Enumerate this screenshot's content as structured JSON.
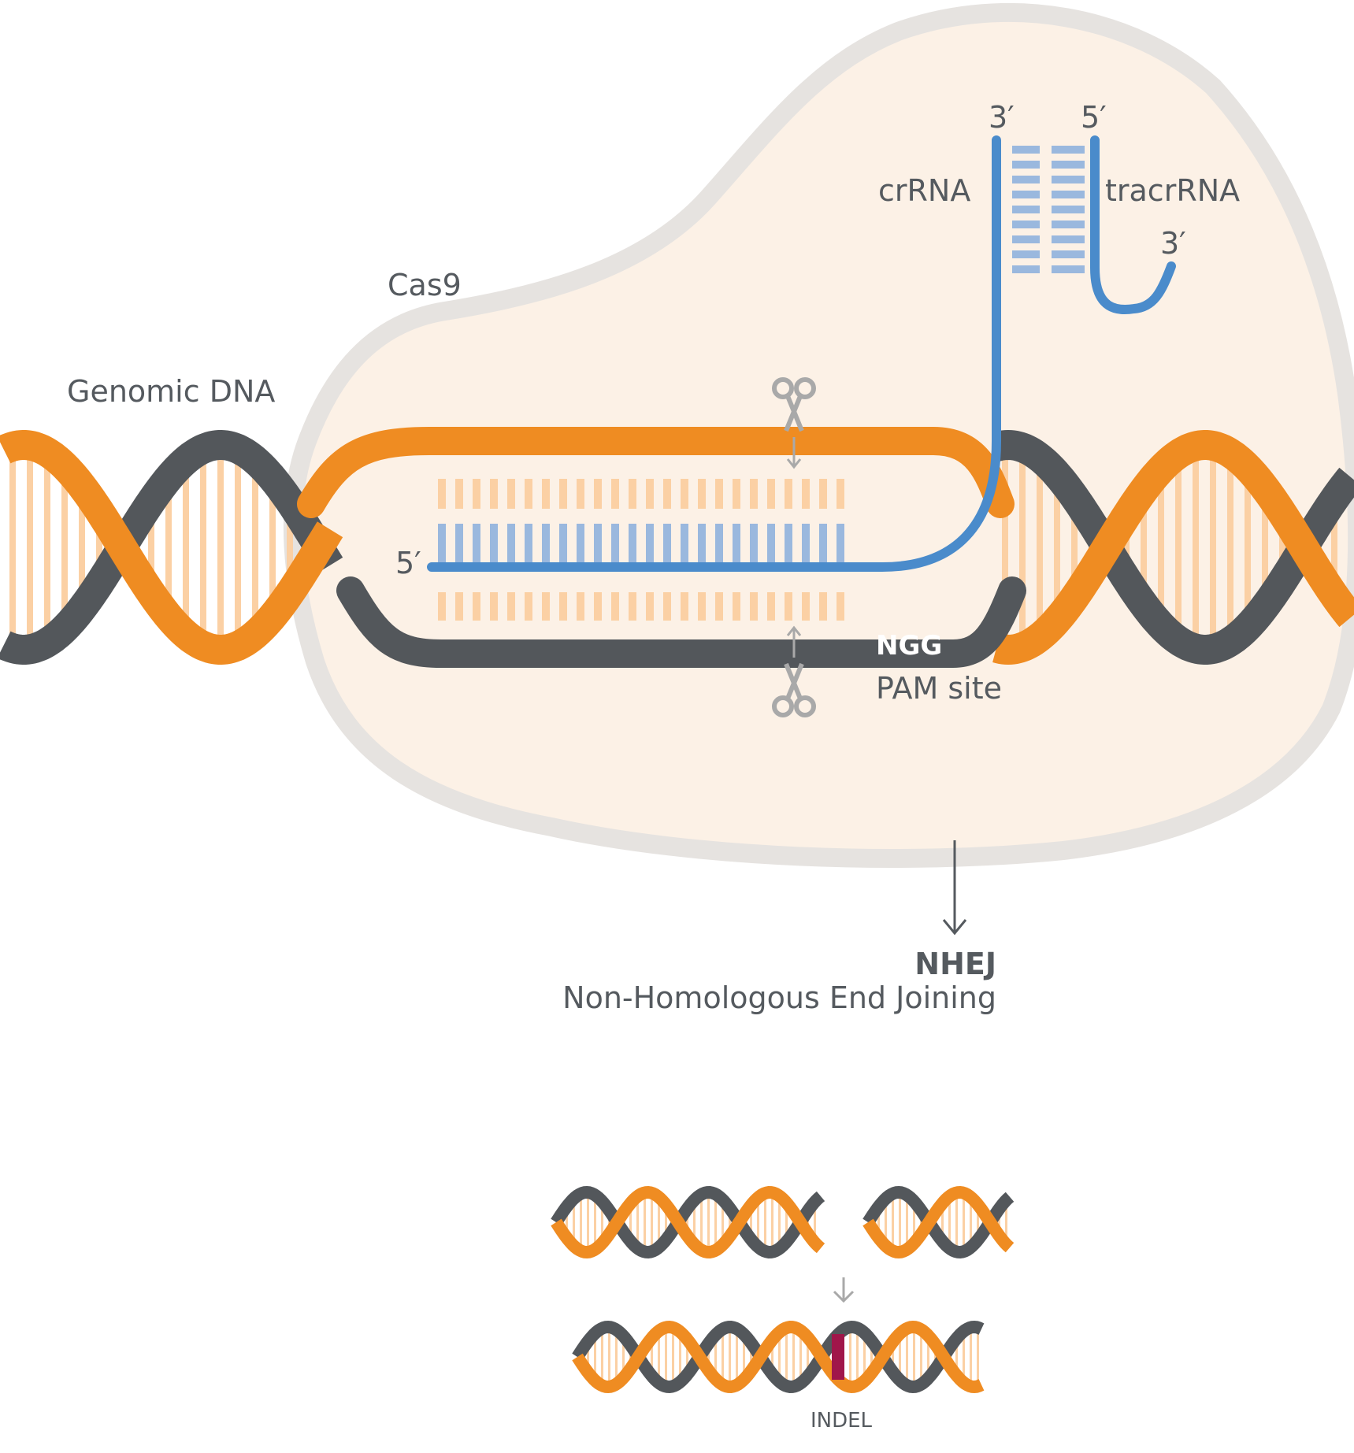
{
  "labels": {
    "cas9": "Cas9",
    "genomic_dna": "Genomic DNA",
    "crrna": "crRNA",
    "tracrrna": "tracrRNA",
    "crrna_end": "3′",
    "tracrrna_start": "5′",
    "tracrrna_end": "3′",
    "guide_start": "5′",
    "pam_seq": "NGG",
    "pam_site": "PAM site",
    "nhej_abbr": "NHEJ",
    "nhej_full": "Non-Homologous End Joining",
    "indel": "INDEL"
  },
  "colors": {
    "strand_orange": "#ef8c22",
    "strand_dark": "#53575b",
    "base_orange": "#fbd0a4",
    "rna_blue": "#4a8bcb",
    "rna_base": "#9ab8de",
    "cas9_fill": "#fcf1e6",
    "cas9_outline": "#e6e3e0",
    "indel_marker": "#a0164a",
    "arrow_gray": "#a9a9a9"
  },
  "icons": [
    "scissors-icon-top",
    "scissors-icon-bottom",
    "down-arrow-icon"
  ]
}
